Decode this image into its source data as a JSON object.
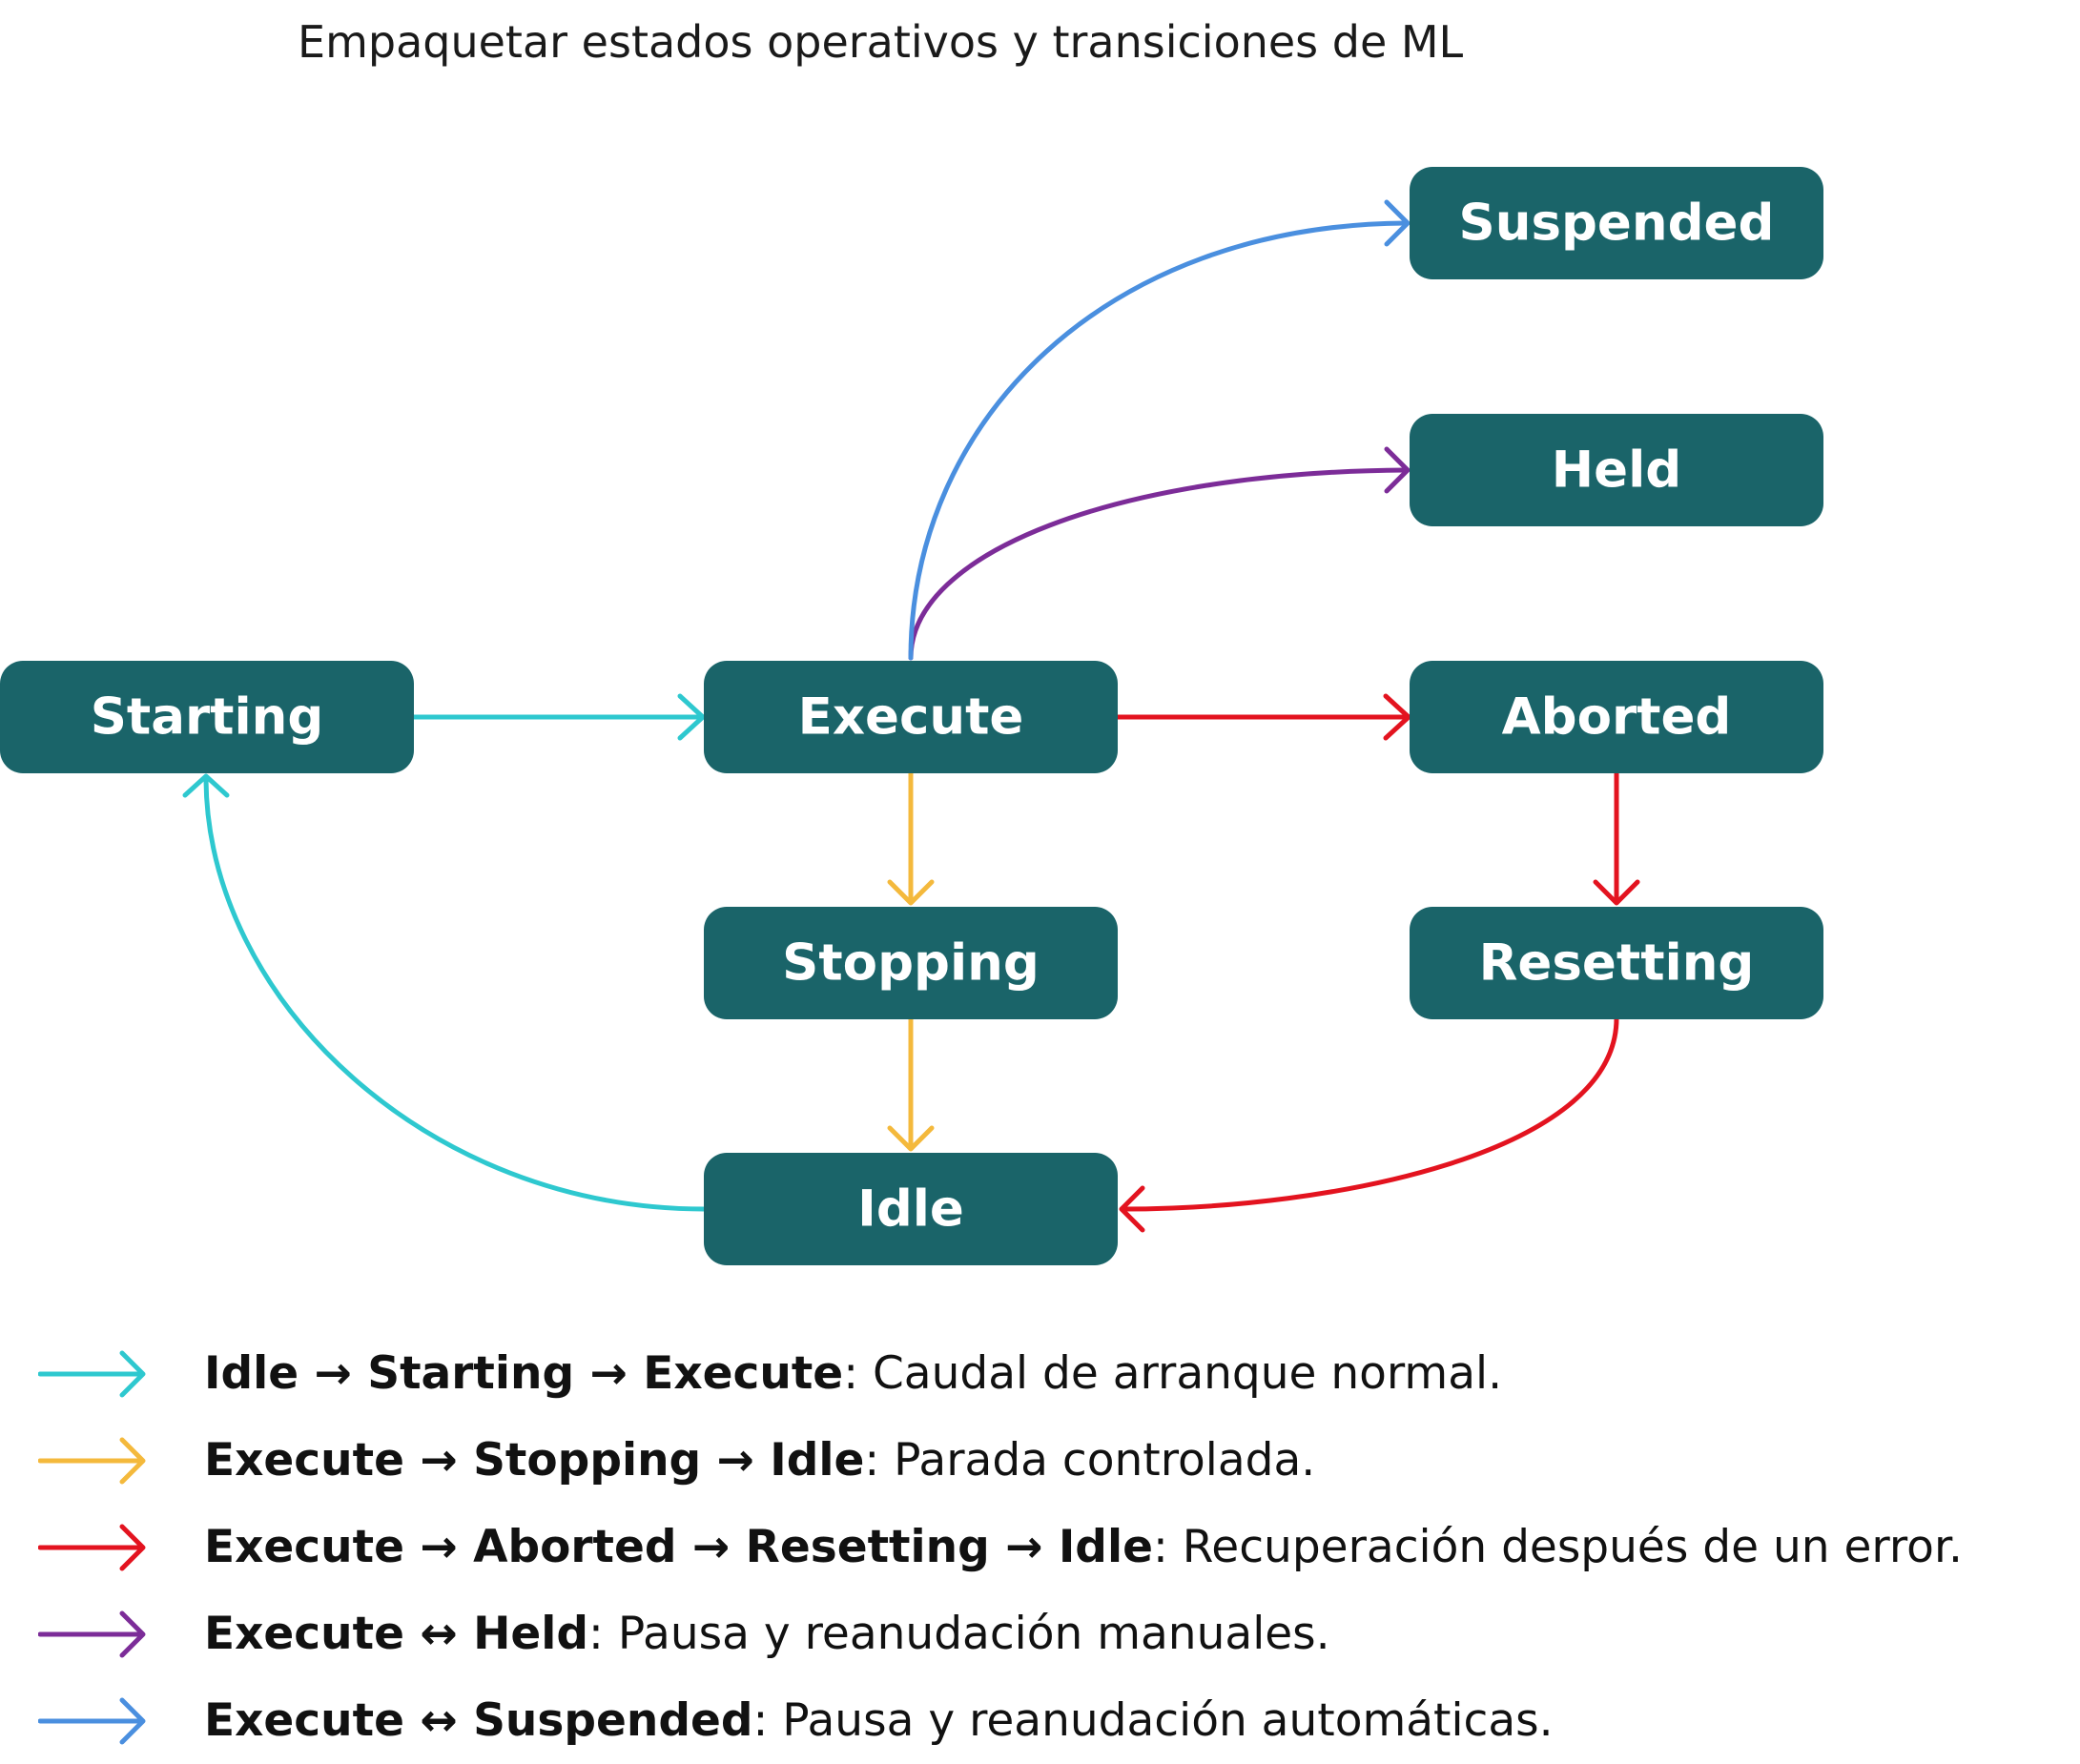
{
  "title": "Empaquetar estados operativos y transiciones de ML",
  "colors": {
    "node": "#1a6469",
    "cyan": "#2ec8cf",
    "yellow": "#f4b93c",
    "red": "#e3131f",
    "purple": "#7c2c98",
    "blue": "#4a8fdf"
  },
  "states": {
    "suspended": "Suspended",
    "held": "Held",
    "starting": "Starting",
    "execute": "Execute",
    "aborted": "Aborted",
    "stopping": "Stopping",
    "resetting": "Resetting",
    "idle": "Idle"
  },
  "legend": [
    {
      "color": "cyan",
      "path": "Idle → Starting → Execute",
      "desc": ": Caudal de arranque normal."
    },
    {
      "color": "yellow",
      "path": "Execute → Stopping → Idle",
      "desc": ": Parada controlada."
    },
    {
      "color": "red",
      "path": "Execute → Aborted → Resetting → Idle",
      "desc": ": Recuperación después de un error."
    },
    {
      "color": "purple",
      "path": "Execute ↔ Held",
      "desc": ": Pausa y reanudación manuales."
    },
    {
      "color": "blue",
      "path": "Execute ↔ Suspended",
      "desc": ": Pausa y reanudación automáticas."
    }
  ]
}
